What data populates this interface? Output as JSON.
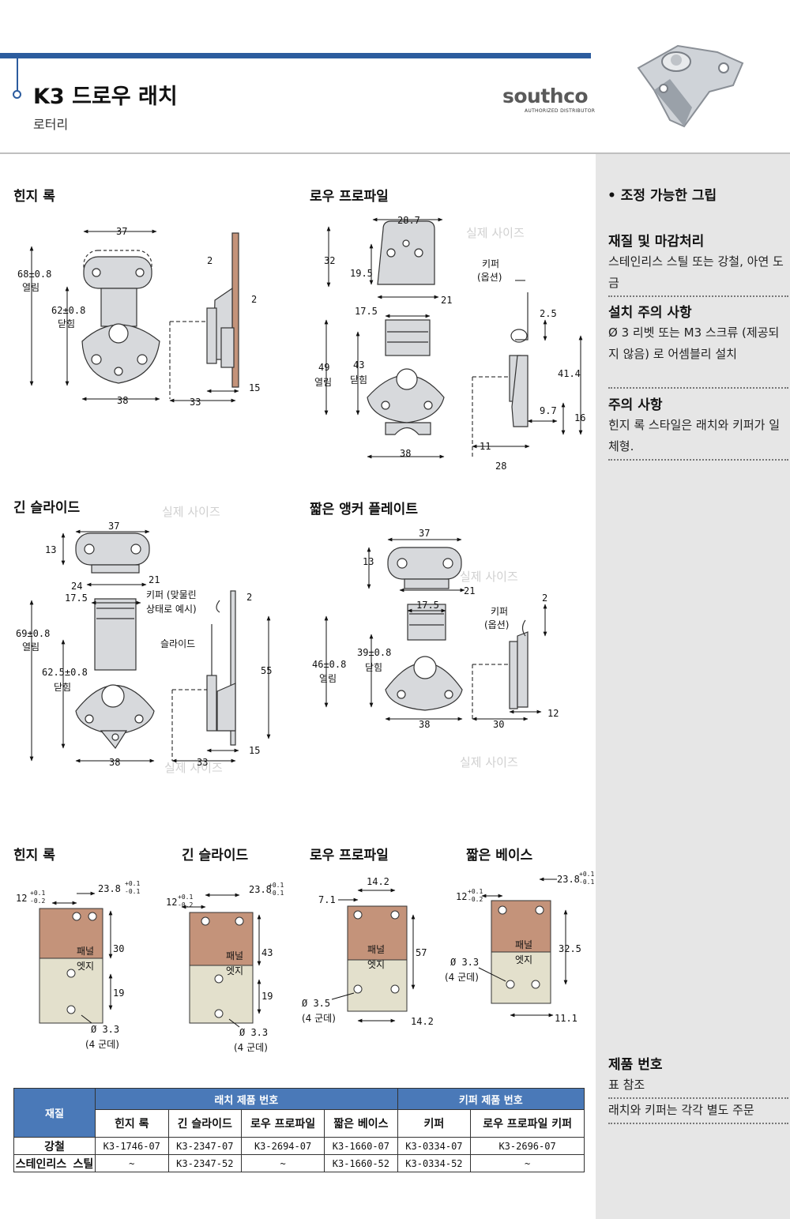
{
  "header": {
    "title": "K3 드로우 래치",
    "subtitle": "로터리",
    "logo": "southco",
    "logo_sub": "AUTHORIZED DISTRIBUTOR"
  },
  "panel": {
    "bullet": "•  조정 가능한 그립",
    "sections": [
      {
        "heading": "재질 및 마감처리",
        "text": "스테인리스 스틸 또는 강철, 아연 도금"
      },
      {
        "heading": "설치 주의 사항",
        "text": "Ø 3 리벳 또는 M3 스크류 (제공되지 않음) 로 어셈블리 설치"
      },
      {
        "heading": "주의 사항",
        "text": "힌지 록 스타일은 래치와 키퍼가 일체형."
      },
      {
        "heading": "제품 번호",
        "text": "표 참조"
      }
    ],
    "order_note": "래치와 키퍼는 각각 별도 주문"
  },
  "drawings": {
    "watermark": "실제 사이즈",
    "hinge_lock": {
      "heading": "힌지 록",
      "dims": [
        "37",
        "68±0.8",
        "열림",
        "62±0.8",
        "닫힘",
        "38",
        "33",
        "2",
        "2",
        "15"
      ]
    },
    "low_profile": {
      "heading": "로우 프로파일",
      "dims": [
        "28.7",
        "32",
        "19.5",
        "21",
        "17.5",
        "49",
        "열림",
        "43",
        "닫힘",
        "38",
        "키퍼",
        "(옵션)",
        "2.5",
        "41.4",
        "9.7",
        "16",
        "11",
        "28"
      ]
    },
    "long_slide": {
      "heading": "긴 슬라이드",
      "dims": [
        "37",
        "13",
        "21",
        "24",
        "17.5",
        "키퍼 (맞물린",
        "상태로 예시)",
        "2",
        "69±0.8",
        "열림",
        "슬라이드",
        "62.5±0.8",
        "닫힘",
        "55",
        "38",
        "33",
        "15"
      ]
    },
    "short_anchor": {
      "heading": "짧은 앵커 플레이트",
      "dims": [
        "37",
        "13",
        "21",
        "17.5",
        "키퍼",
        "(옵션)",
        "2",
        "46±0.8",
        "열림",
        "39±0.8",
        "닫힘",
        "38",
        "30",
        "12"
      ]
    }
  },
  "cutouts": [
    {
      "heading": "힌지 록",
      "dims": [
        "12",
        "+0.1",
        "-0.2",
        "23.8",
        "+0.1",
        "-0.1",
        "30",
        "19",
        "패널",
        "엣지",
        "Ø 3.3",
        "(4 군데)"
      ]
    },
    {
      "heading": "긴 슬라이드",
      "dims": [
        "12",
        "+0.1",
        "-0.2",
        "23.8",
        "+0.1",
        "-0.1",
        "43",
        "19",
        "패널",
        "엣지",
        "Ø 3.3",
        "(4 군데)"
      ]
    },
    {
      "heading": "로우 프로파일",
      "dims": [
        "14.2",
        "7.1",
        "57",
        "14.2",
        "패널",
        "엣지",
        "Ø 3.5",
        "(4 군데)"
      ]
    },
    {
      "heading": "짧은 베이스",
      "dims": [
        "12",
        "+0.1",
        "-0.2",
        "23.8",
        "+0.1",
        "-0.1",
        "32.5",
        "11.1",
        "패널",
        "엣지",
        "Ø 3.3",
        "(4 군데)"
      ]
    }
  ],
  "table": {
    "material_header": "재질",
    "latch_group": "래치 제품 번호",
    "keeper_group": "키퍼 제품 번호",
    "columns": [
      "힌지 록",
      "긴 슬라이드",
      "로우 프로파일",
      "짧은 베이스",
      "키퍼",
      "로우 프로파일 키퍼"
    ],
    "rows": [
      {
        "material": "강철",
        "cells": [
          "K3-1746-07",
          "K3-2347-07",
          "K3-2694-07",
          "K3-1660-07",
          "K3-0334-07",
          "K3-2696-07"
        ]
      },
      {
        "material": "스테인리스 스틸",
        "cells": [
          "~",
          "K3-2347-52",
          "~",
          "K3-1660-52",
          "K3-0334-52",
          "~"
        ]
      }
    ]
  },
  "colors": {
    "accent": "#2c5c9e",
    "table_header": "#4a79b8",
    "panel": "#e6e6e6",
    "panel_top": "#c4937a",
    "panel_bottom": "#e3e0cc"
  }
}
